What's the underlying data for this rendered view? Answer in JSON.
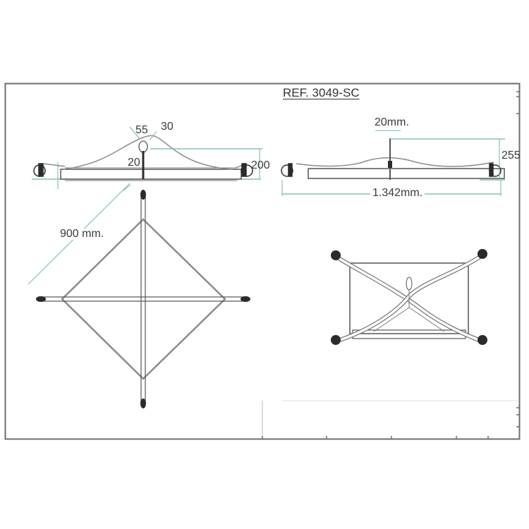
{
  "drawing": {
    "reference": "REF. 3049-SC",
    "colors": {
      "frame": "#6e6e6e",
      "part_line": "#8c8c8c",
      "part_dark": "#2b2b2b",
      "dimension_line": "#6fb5ad",
      "text": "#3a3a3a"
    },
    "views": {
      "side_view_left": {
        "dimensions": {
          "hook_width": "55",
          "hook_angle_offset": "30",
          "hook_depth": "20",
          "height": "200"
        }
      },
      "side_view_right": {
        "dimensions": {
          "hook_top": "20mm.",
          "height": "255",
          "overall_length": "1.342mm."
        }
      },
      "top_view": {
        "dimensions": {
          "diagonal_side": "900 mm."
        }
      },
      "perspective_view": {}
    }
  }
}
